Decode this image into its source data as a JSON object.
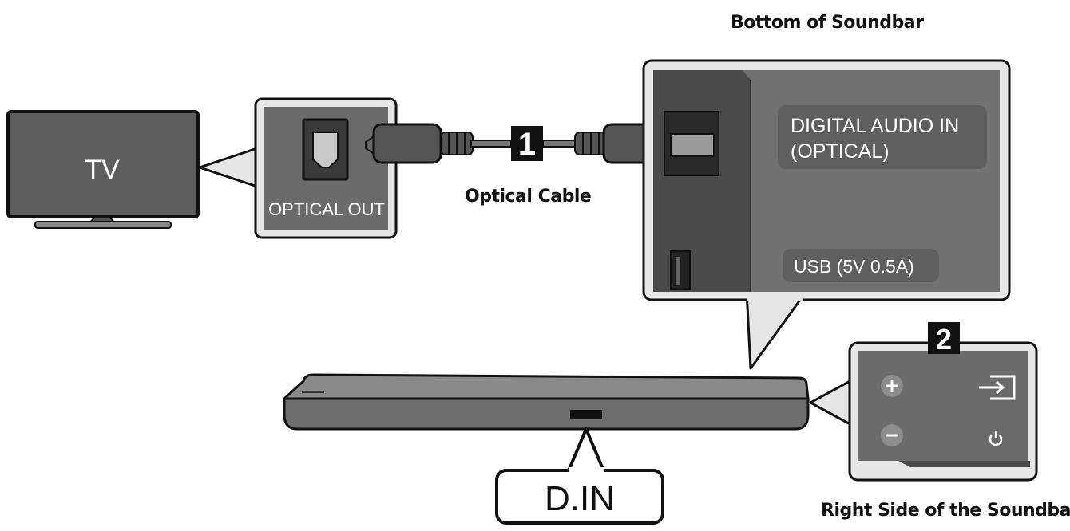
{
  "captions": {
    "bottom_of_soundbar": "Bottom of Soundbar",
    "optical_cable": "Optical Cable",
    "right_side": "Right Side of the Soundbar"
  },
  "tv": {
    "label": "TV"
  },
  "tv_port": {
    "label": "OPTICAL OUT"
  },
  "steps": {
    "one": "1",
    "two": "2"
  },
  "soundbar_bottom": {
    "digital_audio_line1": "DIGITAL AUDIO IN",
    "digital_audio_line2": "(OPTICAL)",
    "usb_label": "USB (5V 0.5A)"
  },
  "soundbar": {
    "display_label": "D.IN"
  },
  "icons": [
    "volume-up-icon",
    "input-source-icon",
    "volume-down-icon",
    "power-icon"
  ],
  "colors": {
    "panel_gray": "#6b6b6b",
    "dark_gray": "#4a4a4a",
    "outline": "#111111",
    "callout_border": "#e6e6e6"
  }
}
